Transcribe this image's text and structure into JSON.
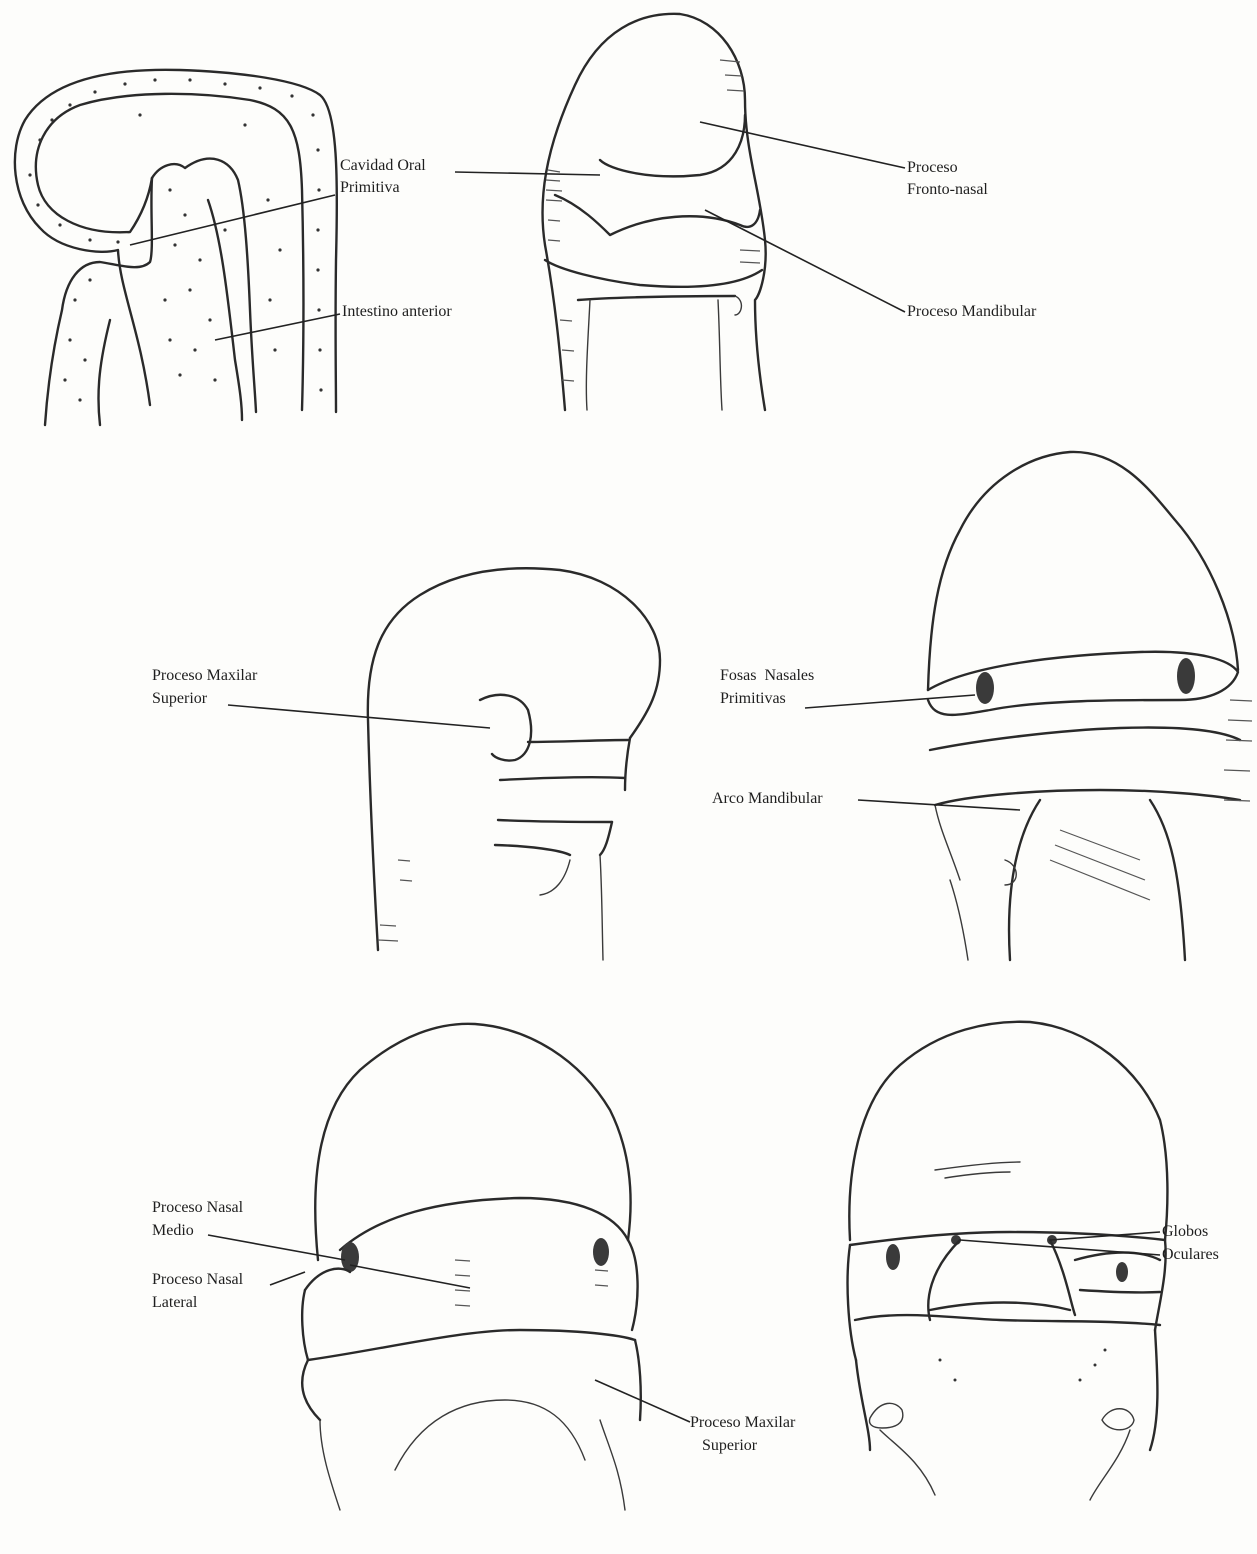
{
  "labels": {
    "cavidad_oral_1": "Cavidad Oral",
    "cavidad_oral_2": "Primitiva",
    "proceso_fronto_1": "Proceso",
    "proceso_fronto_2": "Fronto-nasal",
    "intestino": "Intestino anterior",
    "proceso_mandibular": "Proceso Mandibular",
    "maxilar_sup_1": "Proceso Maxilar",
    "maxilar_sup_2": "Superior",
    "fosas_1": "Fosas  Nasales",
    "fosas_2": "Primitivas",
    "arco_mandibular": "Arco Mandibular",
    "nasal_medio_1": "Proceso Nasal",
    "nasal_medio_2": "Medio",
    "nasal_lateral_1": "Proceso Nasal",
    "nasal_lateral_2": "Lateral",
    "maxilar_bottom_1": "Proceso Maxilar",
    "maxilar_bottom_2": "Superior",
    "globos_1": "Globos",
    "globos_2": "Oculares"
  },
  "colors": {
    "ink": "#2a2a2a",
    "paper": "#fdfdfb"
  }
}
